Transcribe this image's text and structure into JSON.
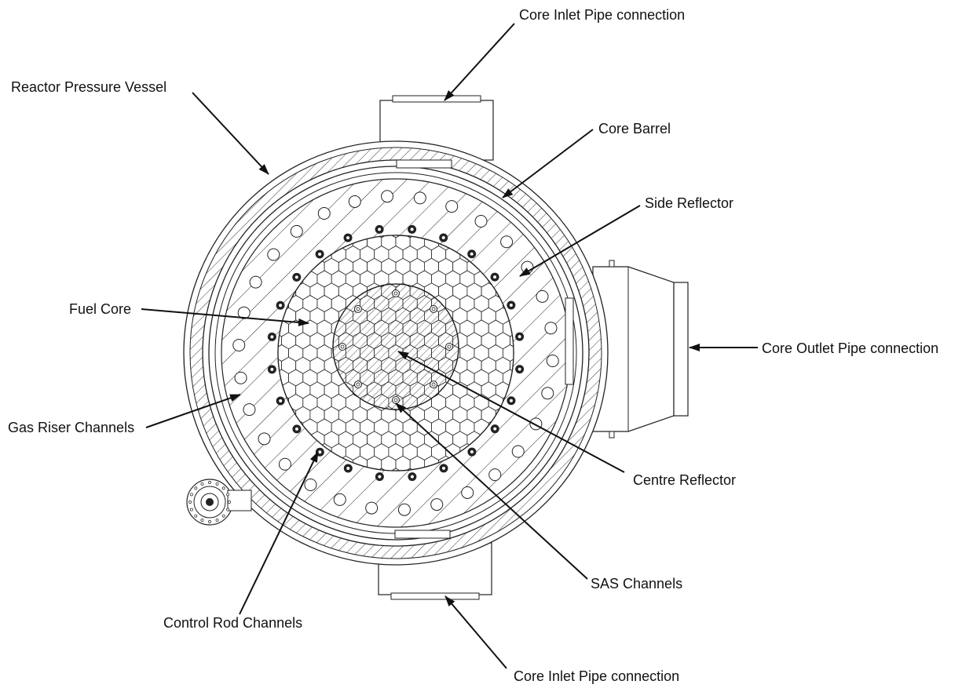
{
  "labels": {
    "inlet_top": "Core Inlet Pipe connection",
    "vessel": "Reactor Pressure Vessel",
    "barrel": "Core Barrel",
    "side_reflector": "Side Reflector",
    "fuel_core": "Fuel Core",
    "outlet": "Core Outlet Pipe connection",
    "gas_riser": "Gas Riser Channels",
    "centre_reflector": "Centre Reflector",
    "sas": "SAS Channels",
    "control_rod": "Control Rod Channels",
    "inlet_bottom": "Core Inlet Pipe connection"
  },
  "colors": {
    "line": "#111111",
    "background": "#ffffff"
  }
}
